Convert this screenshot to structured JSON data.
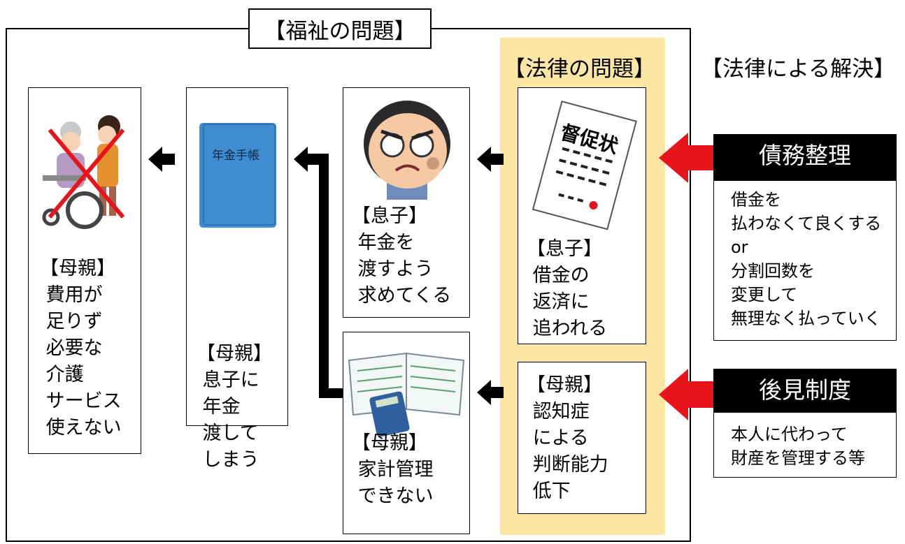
{
  "welfare": {
    "title": "【福祉の問題】"
  },
  "law": {
    "title": "【法律の問題】"
  },
  "solution_header": "【法律による解決】",
  "cards": {
    "mother_care": "【母親】\n 費用が\n 足りず\n 必要な\n 介護\n サービス\n 使えない",
    "mother_pension": "【母親】\n 息子に\n 年金\n 渡して\n しまう",
    "son_demand": "【息子】\n 年金を\n 渡すよう\n 求めてくる",
    "mother_budget": "【母親】\n 家計管理\n できない",
    "son_debt": "【息子】\n 借金の\n 返済に\n 追われる",
    "mother_dementia": "【母親】\n 認知症\n による\n 判断能力\n 低下"
  },
  "images": {
    "pension_book_label": "年金手帳",
    "demand_letter_label": "督促状"
  },
  "solutions": [
    {
      "title": "債務整理",
      "body": "借金を\n払わなくて良くする\nor\n分割回数を\n変更して\n無理なく払っていく"
    },
    {
      "title": "後見制度",
      "body": "本人に代わって\n財産を管理する等"
    }
  ],
  "colors": {
    "law_highlight": "#fce6a3",
    "arrow_red": "#e8141b",
    "book_blue": "#3f8dd0"
  }
}
